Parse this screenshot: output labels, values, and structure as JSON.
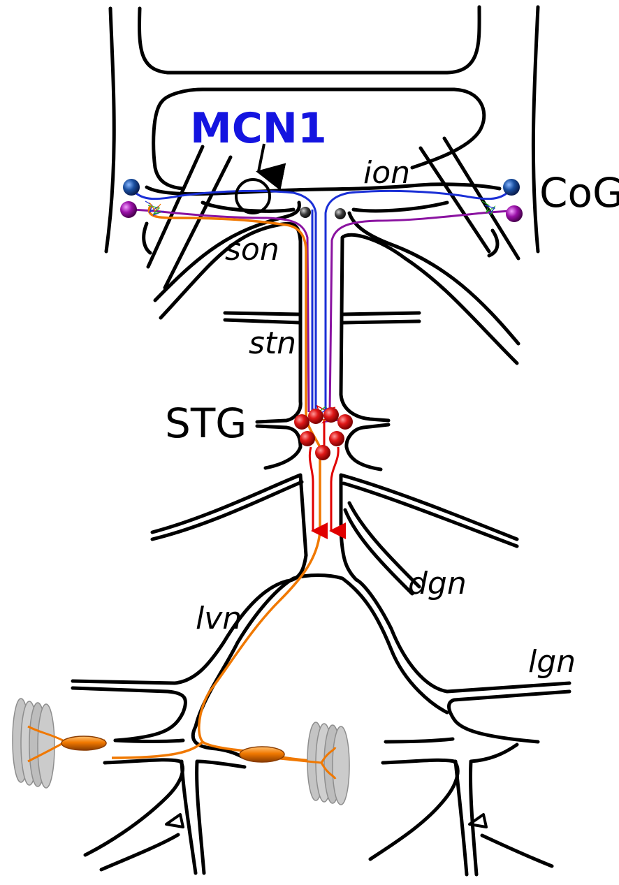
{
  "labels": {
    "mcn1": "MCN1",
    "cog": "CoG",
    "ion": "ion",
    "son": "son",
    "stn": "stn",
    "stg": "STG",
    "dgn": "dgn",
    "lvn": "lvn",
    "lgn": "lgn"
  },
  "colors": {
    "outline": "#000000",
    "mcn1_text": "#1414e0",
    "blue_neuron": "#1a2fd6",
    "purple_neuron": "#8a12a0",
    "orange_neuron": "#f07800",
    "red_neuron": "#e00000",
    "stg_somata": "#d01010",
    "cog_blue_soma": "#1a4fa0",
    "cog_purple_soma": "#9a10a8",
    "commissure_somata": "#3a3a3a",
    "muscle": "#b8b8b8"
  }
}
